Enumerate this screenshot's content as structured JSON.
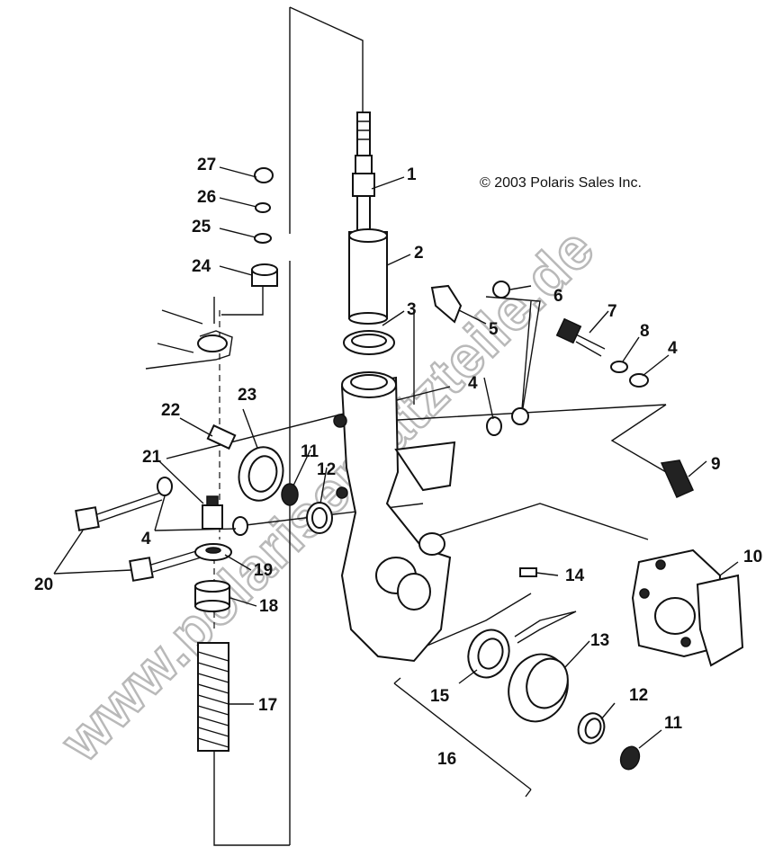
{
  "copyright": "© 2003 Polaris Sales Inc.",
  "watermark": "www.polarisersatzteile.de",
  "callouts": [
    {
      "id": "1",
      "text": "1"
    },
    {
      "id": "2",
      "text": "2"
    },
    {
      "id": "3",
      "text": "3"
    },
    {
      "id": "4a",
      "text": "4"
    },
    {
      "id": "4b",
      "text": "4"
    },
    {
      "id": "4c",
      "text": "4"
    },
    {
      "id": "5",
      "text": "5"
    },
    {
      "id": "6",
      "text": "6"
    },
    {
      "id": "7",
      "text": "7"
    },
    {
      "id": "8",
      "text": "8"
    },
    {
      "id": "9",
      "text": "9"
    },
    {
      "id": "10",
      "text": "10"
    },
    {
      "id": "11a",
      "text": "11"
    },
    {
      "id": "11b",
      "text": "11"
    },
    {
      "id": "12a",
      "text": "12"
    },
    {
      "id": "12b",
      "text": "12"
    },
    {
      "id": "13",
      "text": "13"
    },
    {
      "id": "14",
      "text": "14"
    },
    {
      "id": "15",
      "text": "15"
    },
    {
      "id": "16",
      "text": "16"
    },
    {
      "id": "17",
      "text": "17"
    },
    {
      "id": "18",
      "text": "18"
    },
    {
      "id": "19",
      "text": "19"
    },
    {
      "id": "20",
      "text": "20"
    },
    {
      "id": "21",
      "text": "21"
    },
    {
      "id": "22",
      "text": "22"
    },
    {
      "id": "23",
      "text": "23"
    },
    {
      "id": "24",
      "text": "24"
    },
    {
      "id": "25",
      "text": "25"
    },
    {
      "id": "26",
      "text": "26"
    },
    {
      "id": "27",
      "text": "27"
    }
  ]
}
